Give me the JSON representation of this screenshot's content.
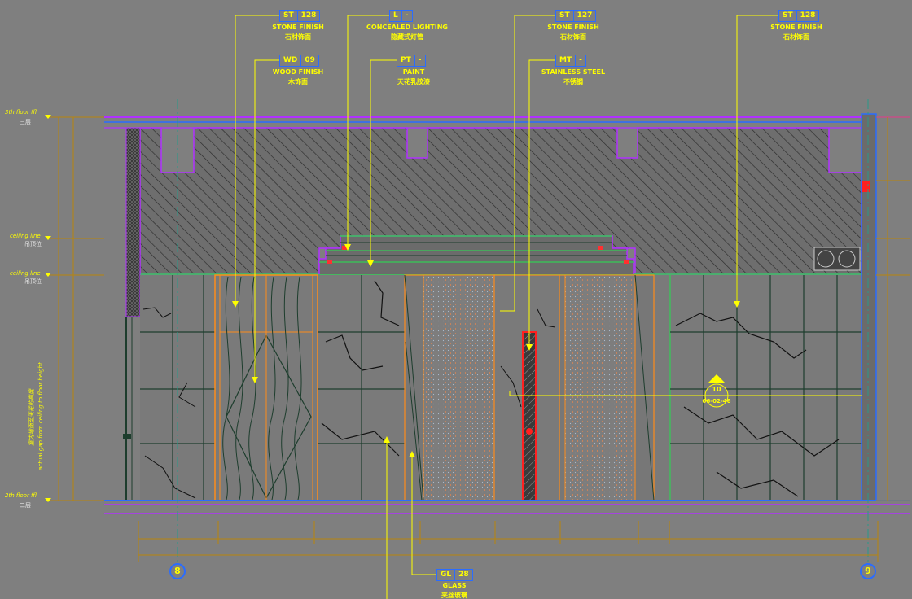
{
  "tags": [
    {
      "code": "ST",
      "num": "128",
      "en": "STONE FINISH",
      "cn": "石材饰面"
    },
    {
      "code": "L",
      "num": "-",
      "en": "CONCEALED LIGHTING",
      "cn": "隐藏式灯管"
    },
    {
      "code": "ST",
      "num": "127",
      "en": "STONE FINISH",
      "cn": "石材饰面"
    },
    {
      "code": "ST",
      "num": "128",
      "en": "STONE FINISH",
      "cn": "石材饰面"
    },
    {
      "code": "WD",
      "num": "09",
      "en": "WOOD FINISH",
      "cn": "木饰面"
    },
    {
      "code": "PT",
      "num": "-",
      "en": "PAINT",
      "cn": "天花乳胶漆"
    },
    {
      "code": "MT",
      "num": "-",
      "en": "STAINLESS STEEL",
      "cn": "不锈钢"
    },
    {
      "code": "GL",
      "num": "28",
      "en": "GLASS",
      "cn": "夹丝玻璃"
    }
  ],
  "levels": {
    "floor3_en": "3th floor ffl",
    "floor3_cn": "三层",
    "ceiling1_en": "ceiling line",
    "ceiling1_cn": "吊顶位",
    "ceiling2_en": "ceiling line",
    "ceiling2_cn": "吊顶位",
    "floor2_en": "2th floor ffl",
    "floor2_cn": "二层",
    "height_cn": "室内地面至天花的高度",
    "height_en": "actual gap from ceiling to floor height"
  },
  "grid": {
    "left": "8",
    "right": "9"
  },
  "section": {
    "top": "10",
    "bottom": "06-02-46"
  }
}
